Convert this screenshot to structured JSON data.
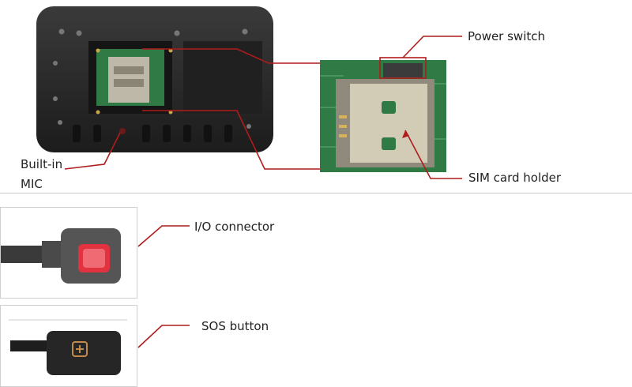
{
  "labels": {
    "power_switch": "Power switch",
    "built_in": "Built-in",
    "mic": "MIC",
    "sim_card_holder": "SIM card holder",
    "io_connector": "I/O connector",
    "sos_button": "SOS button"
  },
  "colors": {
    "callout_line": "#b01c1c",
    "device_body": "#2b2b2b",
    "pcb_green": "#2f7a45",
    "sim_holder_metal": "#c9c2ae",
    "io_button_red": "#e2323f"
  },
  "icons": {
    "sos_symbol": "plus-in-square-icon"
  }
}
